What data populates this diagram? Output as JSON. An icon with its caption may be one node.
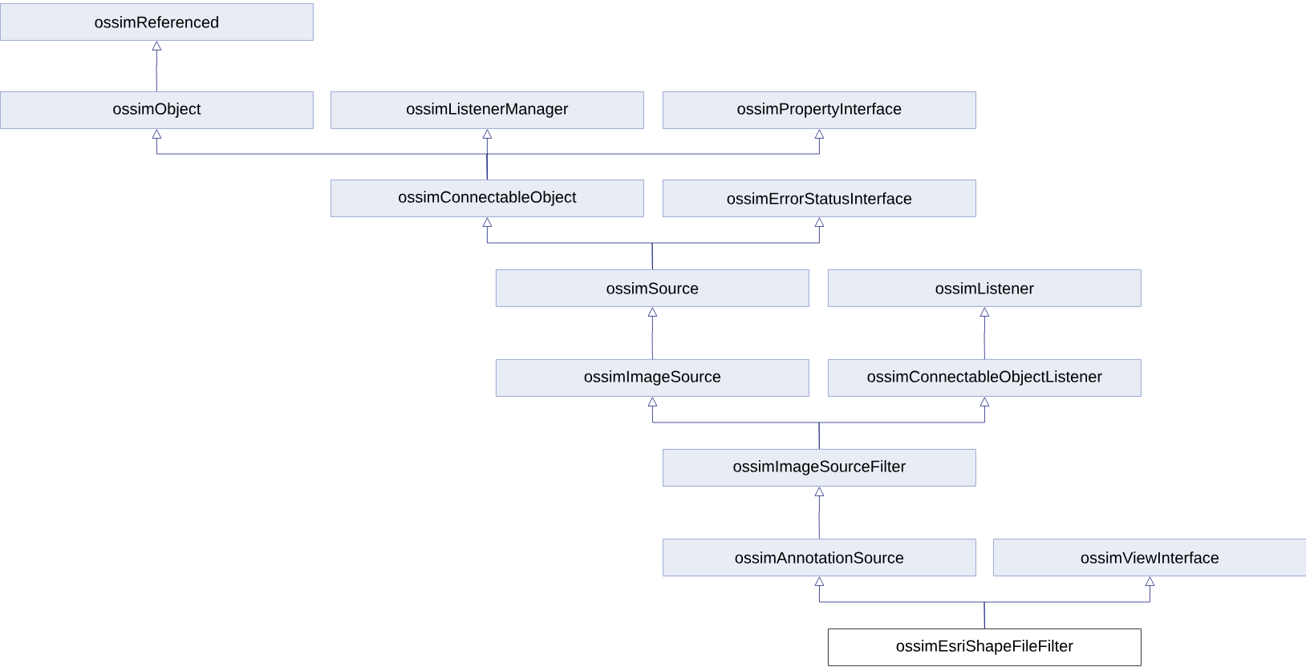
{
  "diagram": {
    "nodes": [
      {
        "text": [
          "ossimReferenced"
        ]
      },
      {
        "text": [
          "ossimObject"
        ]
      },
      {
        "text": [
          "ossimListenerManager"
        ]
      },
      {
        "text": [
          "ossimPropertyInterface"
        ]
      },
      {
        "text": [
          "ossimConnectableObject"
        ]
      },
      {
        "text": [
          "ossimErrorStatusInterface"
        ]
      },
      {
        "text": [
          "ossimSource"
        ]
      },
      {
        "text": [
          "ossimListener"
        ]
      },
      {
        "text": [
          "ossimImageSource"
        ]
      },
      {
        "text": [
          "ossimConnectableObjectListener"
        ]
      },
      {
        "text": [
          "ossimImageSourceFilter"
        ]
      },
      {
        "text": [
          "ossimAnnotationSource"
        ]
      },
      {
        "text": [
          "ossimViewInterface"
        ]
      },
      {
        "text": [
          "ossimEsriShapeFileFilter"
        ]
      }
    ],
    "edges": [
      {
        "from": 1,
        "to": 0,
        "arrow": "to"
      },
      {
        "from": 4,
        "to": 1,
        "arrow": "to"
      },
      {
        "from": 4,
        "to": 2,
        "arrow": "to"
      },
      {
        "from": 4,
        "to": 3,
        "arrow": "to"
      },
      {
        "from": 6,
        "to": 4,
        "arrow": "to"
      },
      {
        "from": 6,
        "to": 5,
        "arrow": "to"
      },
      {
        "from": 8,
        "to": 6,
        "arrow": "to"
      },
      {
        "from": 9,
        "to": 7,
        "arrow": "to"
      },
      {
        "from": 10,
        "to": 8,
        "arrow": "to"
      },
      {
        "from": 10,
        "to": 9,
        "arrow": "to"
      },
      {
        "from": 11,
        "to": 10,
        "arrow": "to"
      },
      {
        "from": 13,
        "to": 11,
        "arrow": "to"
      },
      {
        "from": 13,
        "to": 12,
        "arrow": "to"
      }
    ]
  }
}
